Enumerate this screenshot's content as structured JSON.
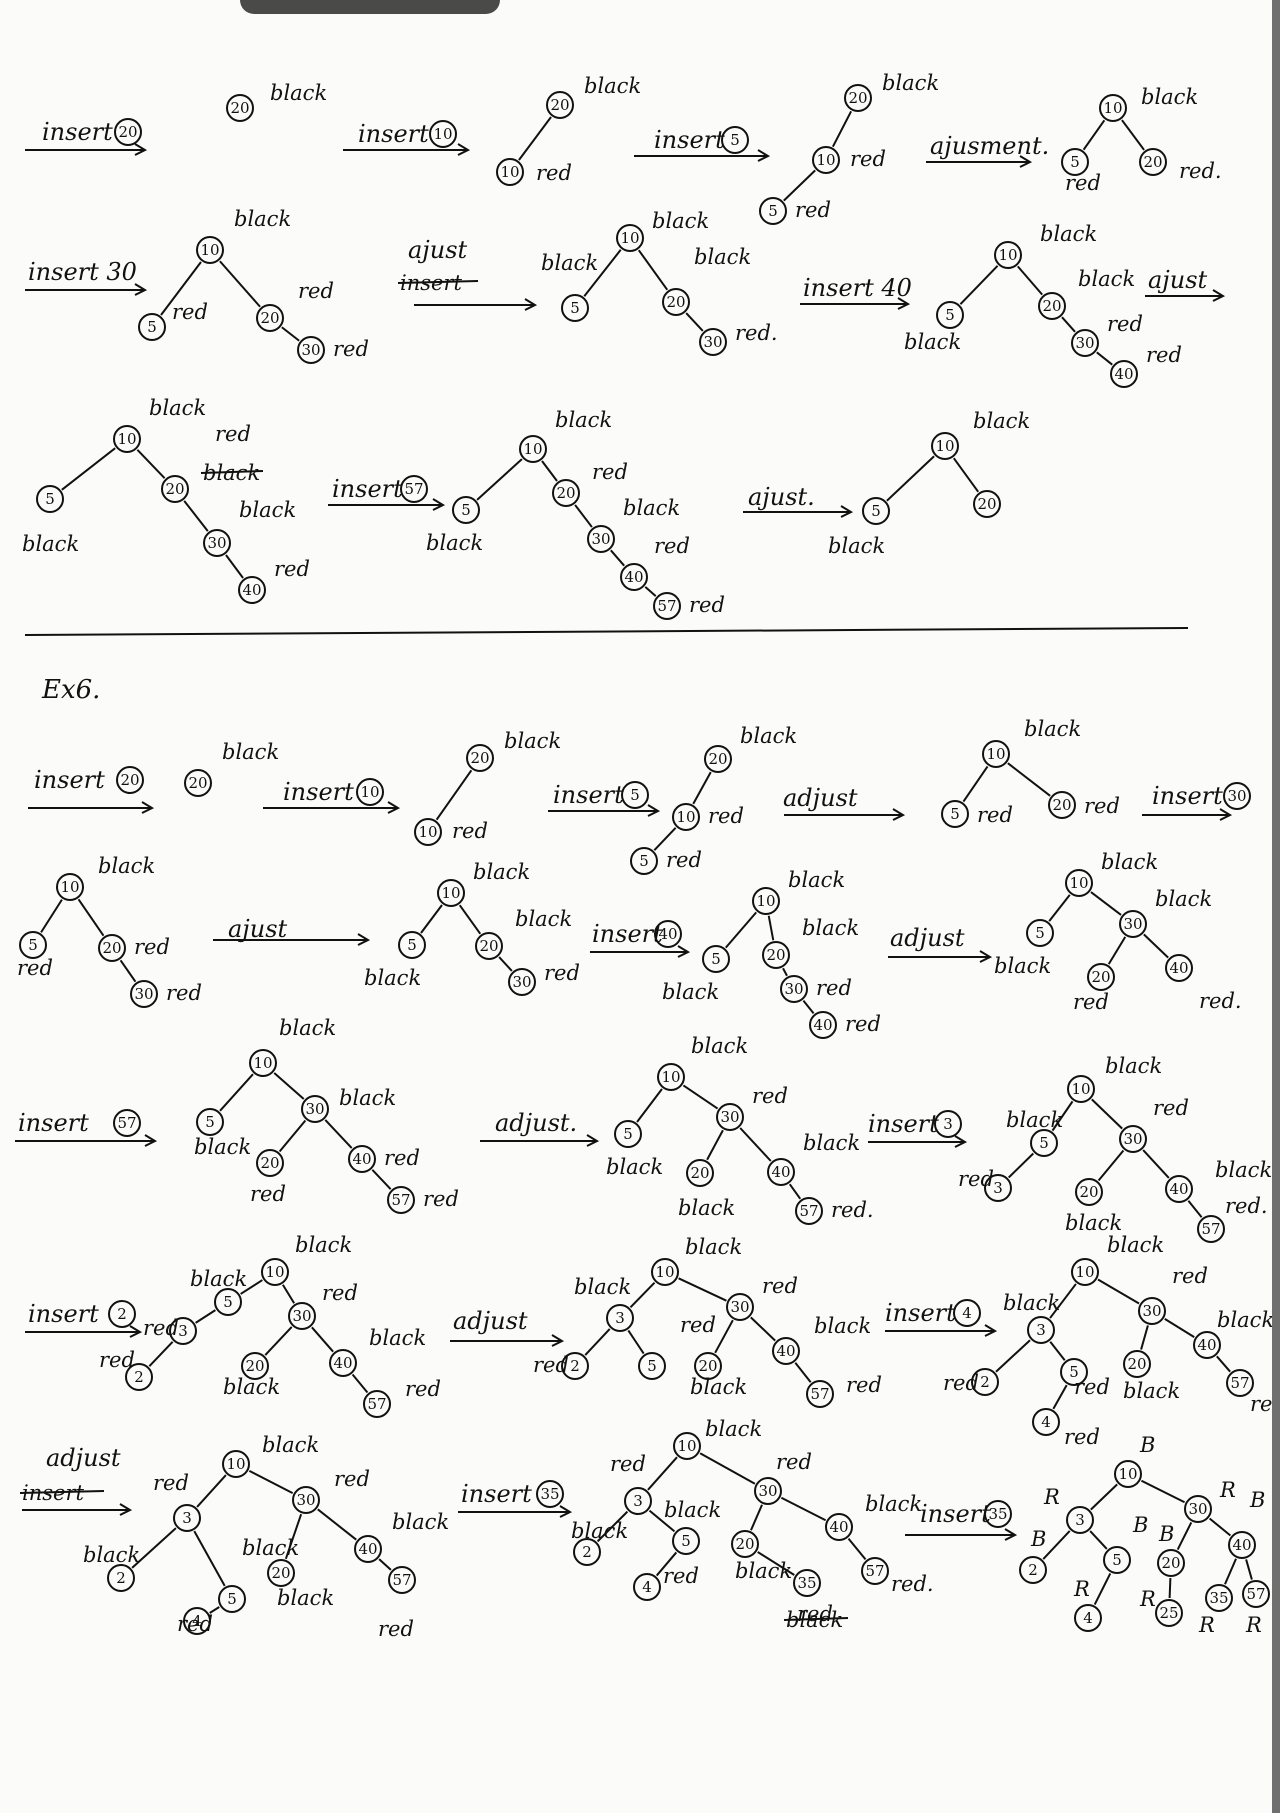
{
  "exercise_label": "Ex6.",
  "diagrams": [
    {
      "id": "r1d1",
      "nodes": [
        {
          "key": "20",
          "label": "black"
        }
      ],
      "edges": []
    },
    {
      "id": "r1d2",
      "nodes": [
        {
          "key": "20",
          "label": "black"
        },
        {
          "key": "10",
          "label": "red"
        }
      ],
      "edges": [
        [
          0,
          1
        ]
      ]
    },
    {
      "id": "r1d3",
      "nodes": [
        {
          "key": "20",
          "label": "black"
        },
        {
          "key": "10",
          "label": "red"
        },
        {
          "key": "5",
          "label": "red"
        }
      ],
      "edges": [
        [
          0,
          1
        ],
        [
          1,
          2
        ]
      ]
    },
    {
      "id": "r1d4",
      "nodes": [
        {
          "key": "10",
          "label": "black"
        },
        {
          "key": "5",
          "label": "red"
        },
        {
          "key": "20",
          "label": "red."
        }
      ],
      "edges": [
        [
          0,
          1
        ],
        [
          0,
          2
        ]
      ]
    },
    {
      "id": "r2d1",
      "nodes": [
        {
          "key": "10",
          "label": "black"
        },
        {
          "key": "5",
          "label": "red"
        },
        {
          "key": "20",
          "label": "red"
        },
        {
          "key": "30",
          "label": "red"
        }
      ],
      "edges": [
        [
          0,
          1
        ],
        [
          0,
          2
        ],
        [
          2,
          3
        ]
      ]
    },
    {
      "id": "r2d2",
      "nodes": [
        {
          "key": "10",
          "label": "black"
        },
        {
          "key": "5",
          "label": "black"
        },
        {
          "key": "20",
          "label": "black"
        },
        {
          "key": "30",
          "label": "red."
        }
      ],
      "edges": [
        [
          0,
          1
        ],
        [
          0,
          2
        ],
        [
          2,
          3
        ]
      ]
    },
    {
      "id": "r2d3",
      "nodes": [
        {
          "key": "10",
          "label": "black"
        },
        {
          "key": "5",
          "label": "black"
        },
        {
          "key": "20",
          "label": "black"
        },
        {
          "key": "30",
          "label": "red"
        },
        {
          "key": "40",
          "label": "red"
        }
      ],
      "edges": [
        [
          0,
          1
        ],
        [
          0,
          2
        ],
        [
          2,
          3
        ],
        [
          3,
          4
        ]
      ]
    },
    {
      "id": "r3d1",
      "nodes": [
        {
          "key": "10",
          "label": "black"
        },
        {
          "key": "5",
          "label": "black"
        },
        {
          "key": "20",
          "label": "red"
        },
        {
          "key": "30",
          "label": "black"
        },
        {
          "key": "40",
          "label": "red"
        }
      ],
      "edges": [
        [
          0,
          1
        ],
        [
          0,
          2
        ],
        [
          2,
          3
        ],
        [
          3,
          4
        ]
      ]
    },
    {
      "id": "r3d2",
      "nodes": [
        {
          "key": "10",
          "label": "black"
        },
        {
          "key": "5",
          "label": "black"
        },
        {
          "key": "20",
          "label": "red"
        },
        {
          "key": "30",
          "label": "black"
        },
        {
          "key": "40",
          "label": "red"
        },
        {
          "key": "57",
          "label": "red"
        }
      ],
      "edges": [
        [
          0,
          1
        ],
        [
          0,
          2
        ],
        [
          2,
          3
        ],
        [
          3,
          4
        ],
        [
          4,
          5
        ]
      ]
    },
    {
      "id": "r3d3",
      "nodes": [
        {
          "key": "10",
          "label": "black"
        },
        {
          "key": "5",
          "label": "black"
        },
        {
          "key": "20",
          "label": ""
        }
      ],
      "edges": [
        [
          0,
          1
        ],
        [
          0,
          2
        ]
      ]
    },
    {
      "id": "e1d1",
      "nodes": [
        {
          "key": "20",
          "label": "black"
        }
      ],
      "edges": []
    },
    {
      "id": "e1d2",
      "nodes": [
        {
          "key": "20",
          "label": "black"
        },
        {
          "key": "10",
          "label": "red"
        }
      ],
      "edges": [
        [
          0,
          1
        ]
      ]
    },
    {
      "id": "e1d3",
      "nodes": [
        {
          "key": "20",
          "label": "black"
        },
        {
          "key": "10",
          "label": "red"
        },
        {
          "key": "5",
          "label": "red"
        }
      ],
      "edges": [
        [
          0,
          1
        ],
        [
          1,
          2
        ]
      ]
    },
    {
      "id": "e1d4",
      "nodes": [
        {
          "key": "10",
          "label": "black"
        },
        {
          "key": "5",
          "label": "red"
        },
        {
          "key": "20",
          "label": "red"
        }
      ],
      "edges": [
        [
          0,
          1
        ],
        [
          0,
          2
        ]
      ]
    },
    {
      "id": "e2d1",
      "nodes": [
        {
          "key": "10",
          "label": "black"
        },
        {
          "key": "5",
          "label": "red"
        },
        {
          "key": "20",
          "label": "red"
        },
        {
          "key": "30",
          "label": "red"
        }
      ],
      "edges": [
        [
          0,
          1
        ],
        [
          0,
          2
        ],
        [
          2,
          3
        ]
      ]
    },
    {
      "id": "e2d2",
      "nodes": [
        {
          "key": "10",
          "label": "black"
        },
        {
          "key": "5",
          "label": "black"
        },
        {
          "key": "20",
          "label": "black"
        },
        {
          "key": "30",
          "label": "red"
        }
      ],
      "edges": [
        [
          0,
          1
        ],
        [
          0,
          2
        ],
        [
          2,
          3
        ]
      ]
    },
    {
      "id": "e2d3",
      "nodes": [
        {
          "key": "10",
          "label": "black"
        },
        {
          "key": "5",
          "label": "black"
        },
        {
          "key": "20",
          "label": "black"
        },
        {
          "key": "30",
          "label": "red"
        },
        {
          "key": "40",
          "label": "red"
        }
      ],
      "edges": [
        [
          0,
          1
        ],
        [
          0,
          2
        ],
        [
          2,
          3
        ],
        [
          3,
          4
        ]
      ]
    },
    {
      "id": "e2d4",
      "nodes": [
        {
          "key": "10",
          "label": "black"
        },
        {
          "key": "5",
          "label": "black"
        },
        {
          "key": "30",
          "label": "black"
        },
        {
          "key": "20",
          "label": "red"
        },
        {
          "key": "40",
          "label": "red."
        }
      ],
      "edges": [
        [
          0,
          1
        ],
        [
          0,
          2
        ],
        [
          2,
          3
        ],
        [
          2,
          4
        ]
      ]
    },
    {
      "id": "e3d1",
      "nodes": [
        {
          "key": "10",
          "label": "black"
        },
        {
          "key": "5",
          "label": "black"
        },
        {
          "key": "30",
          "label": "black"
        },
        {
          "key": "20",
          "label": "red"
        },
        {
          "key": "40",
          "label": "red"
        },
        {
          "key": "57",
          "label": "red"
        }
      ],
      "edges": [
        [
          0,
          1
        ],
        [
          0,
          2
        ],
        [
          2,
          3
        ],
        [
          2,
          4
        ],
        [
          4,
          5
        ]
      ]
    },
    {
      "id": "e3d2",
      "nodes": [
        {
          "key": "10",
          "label": "black"
        },
        {
          "key": "5",
          "label": "black"
        },
        {
          "key": "30",
          "label": "red"
        },
        {
          "key": "20",
          "label": "black"
        },
        {
          "key": "40",
          "label": "black"
        },
        {
          "key": "57",
          "label": "red."
        }
      ],
      "edges": [
        [
          0,
          1
        ],
        [
          0,
          2
        ],
        [
          2,
          3
        ],
        [
          2,
          4
        ],
        [
          4,
          5
        ]
      ]
    },
    {
      "id": "e3d3",
      "nodes": [
        {
          "key": "10",
          "label": "black"
        },
        {
          "key": "5",
          "label": "black"
        },
        {
          "key": "3",
          "label": "red"
        },
        {
          "key": "30",
          "label": "red"
        },
        {
          "key": "20",
          "label": "black"
        },
        {
          "key": "40",
          "label": "black"
        },
        {
          "key": "57",
          "label": "red."
        }
      ],
      "edges": [
        [
          0,
          1
        ],
        [
          1,
          2
        ],
        [
          0,
          3
        ],
        [
          3,
          4
        ],
        [
          3,
          5
        ],
        [
          5,
          6
        ]
      ]
    },
    {
      "id": "e4d1",
      "nodes": [
        {
          "key": "10",
          "label": "black"
        },
        {
          "key": "5",
          "label": "black"
        },
        {
          "key": "3",
          "label": "red"
        },
        {
          "key": "2",
          "label": "red"
        },
        {
          "key": "30",
          "label": "red"
        },
        {
          "key": "20",
          "label": "black"
        },
        {
          "key": "40",
          "label": "black"
        },
        {
          "key": "57",
          "label": "red"
        }
      ],
      "edges": [
        [
          0,
          1
        ],
        [
          1,
          2
        ],
        [
          2,
          3
        ],
        [
          0,
          4
        ],
        [
          4,
          5
        ],
        [
          4,
          6
        ],
        [
          6,
          7
        ]
      ]
    },
    {
      "id": "e4d2",
      "nodes": [
        {
          "key": "10",
          "label": "black"
        },
        {
          "key": "3",
          "label": "black"
        },
        {
          "key": "2",
          "label": "red"
        },
        {
          "key": "5",
          "label": "red"
        },
        {
          "key": "30",
          "label": "red"
        },
        {
          "key": "20",
          "label": "black"
        },
        {
          "key": "40",
          "label": "black"
        },
        {
          "key": "57",
          "label": "red"
        }
      ],
      "edges": [
        [
          0,
          1
        ],
        [
          1,
          2
        ],
        [
          1,
          3
        ],
        [
          0,
          4
        ],
        [
          4,
          5
        ],
        [
          4,
          6
        ],
        [
          6,
          7
        ]
      ]
    },
    {
      "id": "e4d3",
      "nodes": [
        {
          "key": "10",
          "label": "black"
        },
        {
          "key": "3",
          "label": "black"
        },
        {
          "key": "2",
          "label": "red"
        },
        {
          "key": "5",
          "label": "red"
        },
        {
          "key": "4",
          "label": "red"
        },
        {
          "key": "30",
          "label": "red"
        },
        {
          "key": "20",
          "label": "black"
        },
        {
          "key": "40",
          "label": "black"
        },
        {
          "key": "57",
          "label": "red."
        }
      ],
      "edges": [
        [
          0,
          1
        ],
        [
          1,
          2
        ],
        [
          1,
          3
        ],
        [
          3,
          4
        ],
        [
          0,
          5
        ],
        [
          5,
          6
        ],
        [
          5,
          7
        ],
        [
          7,
          8
        ]
      ]
    },
    {
      "id": "e5d1",
      "nodes": [
        {
          "key": "10",
          "label": "black"
        },
        {
          "key": "3",
          "label": "red"
        },
        {
          "key": "2",
          "label": "black"
        },
        {
          "key": "5",
          "label": "black"
        },
        {
          "key": "4",
          "label": "red"
        },
        {
          "key": "30",
          "label": "red"
        },
        {
          "key": "20",
          "label": "black"
        },
        {
          "key": "40",
          "label": "black"
        },
        {
          "key": "57",
          "label": "red"
        }
      ],
      "edges": [
        [
          0,
          1
        ],
        [
          1,
          2
        ],
        [
          1,
          3
        ],
        [
          3,
          4
        ],
        [
          0,
          5
        ],
        [
          5,
          6
        ],
        [
          5,
          7
        ],
        [
          7,
          8
        ]
      ]
    },
    {
      "id": "e5d2",
      "nodes": [
        {
          "key": "10",
          "label": "black"
        },
        {
          "key": "3",
          "label": "red"
        },
        {
          "key": "2",
          "label": "black"
        },
        {
          "key": "5",
          "label": "black"
        },
        {
          "key": "4",
          "label": "red"
        },
        {
          "key": "30",
          "label": "red"
        },
        {
          "key": "20",
          "label": "black"
        },
        {
          "key": "40",
          "label": "black"
        },
        {
          "key": "35",
          "label": "red"
        },
        {
          "key": "57",
          "label": "red."
        }
      ],
      "edges": [
        [
          0,
          1
        ],
        [
          1,
          2
        ],
        [
          1,
          3
        ],
        [
          3,
          4
        ],
        [
          0,
          5
        ],
        [
          5,
          6
        ],
        [
          5,
          7
        ],
        [
          6,
          8
        ],
        [
          7,
          9
        ]
      ]
    },
    {
      "id": "e5d3",
      "nodes": [
        {
          "key": "10",
          "label": "B"
        },
        {
          "key": "3",
          "label": "R"
        },
        {
          "key": "2",
          "label": "B"
        },
        {
          "key": "5",
          "label": "B"
        },
        {
          "key": "4",
          "label": "R"
        },
        {
          "key": "30",
          "label": "R"
        },
        {
          "key": "20",
          "label": "B"
        },
        {
          "key": "25",
          "label": "R"
        },
        {
          "key": "40",
          "label": "B"
        },
        {
          "key": "35",
          "label": "R"
        },
        {
          "key": "57",
          "label": "R"
        }
      ],
      "edges": [
        [
          0,
          1
        ],
        [
          1,
          2
        ],
        [
          1,
          3
        ],
        [
          3,
          4
        ],
        [
          0,
          5
        ],
        [
          5,
          6
        ],
        [
          6,
          7
        ],
        [
          5,
          8
        ],
        [
          8,
          9
        ],
        [
          8,
          10
        ]
      ]
    }
  ],
  "operations": [
    {
      "id": "r1o1",
      "label": "insert",
      "arg": "20"
    },
    {
      "id": "r1o2",
      "label": "insert",
      "arg": "10"
    },
    {
      "id": "r1o3",
      "label": "insert",
      "arg": "5"
    },
    {
      "id": "r1o4",
      "label": "ajusment.",
      "arg": ""
    },
    {
      "id": "r2o1",
      "label": "insert 30",
      "arg": ""
    },
    {
      "id": "r2o2",
      "label": "ajust",
      "arg": ""
    },
    {
      "id": "r2o3",
      "label": "insert 40",
      "arg": ""
    },
    {
      "id": "r2o4",
      "label": "ajust",
      "arg": ""
    },
    {
      "id": "r3o1",
      "label": "insert",
      "arg": "57"
    },
    {
      "id": "r3o2",
      "label": "ajust.",
      "arg": ""
    },
    {
      "id": "e1o1",
      "label": "insert",
      "arg": "20"
    },
    {
      "id": "e1o2",
      "label": "insert",
      "arg": "10"
    },
    {
      "id": "e1o3",
      "label": "insert",
      "arg": "5"
    },
    {
      "id": "e1o4",
      "label": "adjust",
      "arg": ""
    },
    {
      "id": "e1o5",
      "label": "insert",
      "arg": "30"
    },
    {
      "id": "e2o1",
      "label": "ajust",
      "arg": ""
    },
    {
      "id": "e2o2",
      "label": "insert",
      "arg": "40"
    },
    {
      "id": "e2o3",
      "label": "adjust",
      "arg": ""
    },
    {
      "id": "e3o1",
      "label": "insert",
      "arg": "57"
    },
    {
      "id": "e3o2",
      "label": "adjust.",
      "arg": ""
    },
    {
      "id": "e3o3",
      "label": "insert",
      "arg": "3"
    },
    {
      "id": "e4o1",
      "label": "insert",
      "arg": "2"
    },
    {
      "id": "e4o2",
      "label": "adjust",
      "arg": ""
    },
    {
      "id": "e4o3",
      "label": "insert",
      "arg": "4"
    },
    {
      "id": "e5o1",
      "label": "adjust",
      "arg": ""
    },
    {
      "id": "e5o2",
      "label": "insert",
      "arg": "35"
    },
    {
      "id": "e5o3",
      "label": "insert",
      "arg": "35"
    }
  ],
  "crossed_out": [
    {
      "id": "r2o2-struck",
      "text": "insert"
    },
    {
      "id": "r3d1-struck",
      "text": "black"
    },
    {
      "id": "e5o1-struck",
      "text": "insert"
    },
    {
      "id": "e5d2-struck",
      "text": "black"
    }
  ]
}
